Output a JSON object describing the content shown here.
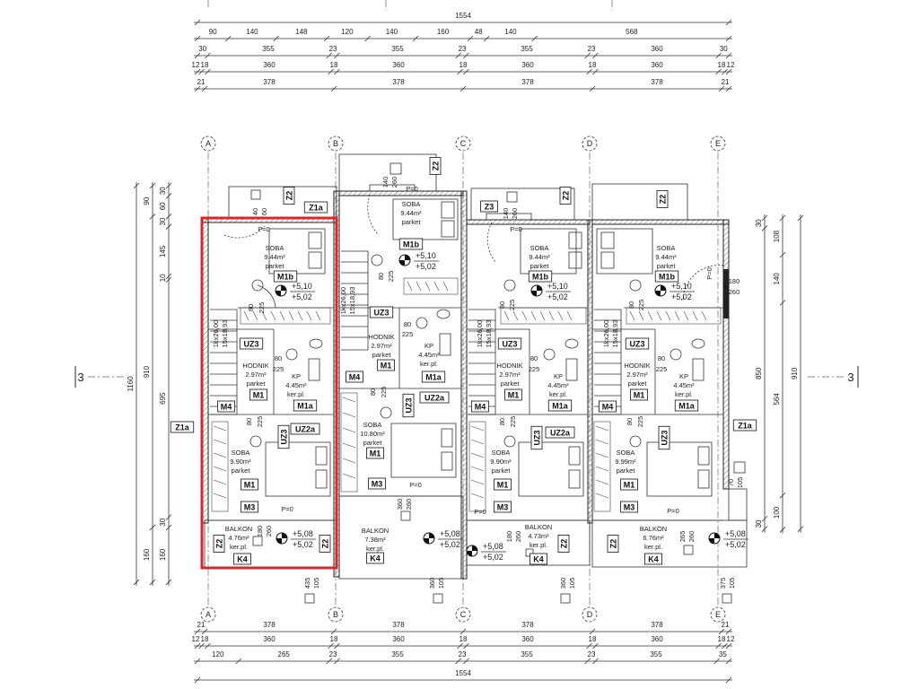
{
  "colors": {
    "highlight": "#d9262b",
    "line": "#222222"
  },
  "section_marker": {
    "left": "3",
    "right": "3"
  },
  "axes": [
    "A",
    "B",
    "C",
    "D",
    "E"
  ],
  "dims_top": [
    [
      1554
    ],
    [
      90,
      140,
      148,
      120,
      140,
      160,
      48,
      140,
      568
    ],
    [
      30,
      355,
      23,
      355,
      23,
      355,
      23,
      360,
      30
    ],
    [
      12,
      18,
      360,
      18,
      360,
      18,
      360,
      18,
      360,
      18,
      12
    ],
    [
      21,
      378,
      378,
      378,
      378,
      21
    ]
  ],
  "dims_bottom": [
    [
      21,
      378,
      378,
      378,
      378,
      21
    ],
    [
      12,
      18,
      360,
      18,
      360,
      18,
      360,
      18,
      360,
      18,
      12
    ],
    [
      120,
      265,
      23,
      355,
      23,
      355,
      23,
      355,
      35
    ],
    [
      1554
    ]
  ],
  "dims_left": [
    [
      1160
    ],
    [
      90,
      910,
      160
    ],
    [
      30,
      60,
      30,
      145,
      10,
      695,
      30,
      160
    ]
  ],
  "dims_right": [
    [
      30,
      850,
      30
    ],
    [
      108,
      140,
      564,
      100
    ],
    [
      910
    ]
  ],
  "units": [
    {
      "rooms": [
        {
          "name": "SOBA",
          "area": "9.44m²",
          "floor": "parket"
        },
        {
          "name": "HODNIK",
          "area": "2.97m²",
          "floor": "parket"
        },
        {
          "name": "KP",
          "area": "4.45m²",
          "floor": "ker.pl."
        },
        {
          "name": "SOBA",
          "area": "9.90m²",
          "floor": "parket"
        },
        {
          "name": "BALKON",
          "area": "4.76m²",
          "floor": "ker.pl."
        }
      ],
      "tags": [
        "Z2",
        "Z1a",
        "M1b",
        "UZ3",
        "M1",
        "M1a",
        "M4",
        "UZ3",
        "UZ2a",
        "M1",
        "M3",
        "Z2",
        "Z2",
        "K4",
        "Z1a"
      ],
      "levels": [
        [
          "+5,10",
          "+5,02"
        ],
        [
          "+5,08",
          "+5,02"
        ]
      ],
      "notes": [
        "P=0",
        "80",
        "225",
        "80",
        "225",
        "80",
        "225",
        "1kx26,00",
        "15x18,93",
        "P=0",
        "180",
        "260",
        "40",
        "60",
        "435",
        "105"
      ]
    },
    {
      "rooms": [
        {
          "name": "SOBA",
          "area": "9.44m²",
          "floor": "parket"
        },
        {
          "name": "HODNIK",
          "area": "2.97m²",
          "floor": "parket"
        },
        {
          "name": "KP",
          "area": "4.45m²",
          "floor": "ker.pl."
        },
        {
          "name": "SOBA",
          "area": "10.80m²",
          "floor": "parket"
        },
        {
          "name": "BALKON",
          "area": "7.38m²",
          "floor": "ker.pl."
        }
      ],
      "tags": [
        "Z2",
        "M1b",
        "UZ3",
        "M1",
        "M1a",
        "M4",
        "UZ3",
        "UZ2a",
        "M1",
        "M3",
        "K4"
      ],
      "levels": [
        [
          "+5,10",
          "+5,02"
        ],
        [
          "+5,08",
          "+5,02"
        ]
      ],
      "notes": [
        "P=0",
        "140",
        "260",
        "80",
        "225",
        "80",
        "225",
        "80",
        "225",
        "1kx26,00",
        "15x18,93",
        "P=0",
        "360",
        "260",
        "360",
        "105"
      ]
    },
    {
      "rooms": [
        {
          "name": "SOBA",
          "area": "9.44m²",
          "floor": "parket"
        },
        {
          "name": "HODNIK",
          "area": "2.97m²",
          "floor": "parket"
        },
        {
          "name": "KP",
          "area": "4.45m²",
          "floor": "ker.pl."
        },
        {
          "name": "SOBA",
          "area": "9.90m²",
          "floor": "parket"
        },
        {
          "name": "BALKON",
          "area": "4.73m²",
          "floor": "ker.pl."
        }
      ],
      "tags": [
        "Z3",
        "Z2",
        "M1b",
        "UZ3",
        "M1",
        "M1a",
        "M4",
        "UZ3",
        "UZ2a",
        "M1",
        "M3",
        "Z2",
        "K4"
      ],
      "levels": [
        [
          "+5,10",
          "+5,02"
        ],
        [
          "+5,08",
          "+5,02"
        ]
      ],
      "notes": [
        "140",
        "260",
        "P=0",
        "80",
        "225",
        "80",
        "225",
        "80",
        "225",
        "1kx26,00",
        "15x18,93",
        "P=0",
        "180",
        "260",
        "360",
        "105"
      ]
    },
    {
      "rooms": [
        {
          "name": "SOBA",
          "area": "9.44m²",
          "floor": "parket"
        },
        {
          "name": "HODNIK",
          "area": "2.97m²",
          "floor": "parket"
        },
        {
          "name": "KP",
          "area": "4.45m²",
          "floor": "ker.pl."
        },
        {
          "name": "SOBA",
          "area": "9.99m²",
          "floor": "parket"
        },
        {
          "name": "BALKON",
          "area": "6.76m²",
          "floor": "ker.pl."
        }
      ],
      "tags": [
        "Z2",
        "M1b",
        "UZ3",
        "M1",
        "M1a",
        "M4",
        "UZ3",
        "M1",
        "M3",
        "Z2",
        "K4",
        "Z1a"
      ],
      "levels": [
        [
          "+5,10",
          "+5,02"
        ],
        [
          "+5,08",
          "+5,02"
        ]
      ],
      "notes": [
        "P=0",
        "80",
        "225",
        "80",
        "225",
        "80",
        "225",
        "1kx26,00",
        "15x18,93",
        "P=0",
        "265",
        "260",
        "180",
        "260",
        "70",
        "105",
        "375",
        "105"
      ]
    }
  ]
}
